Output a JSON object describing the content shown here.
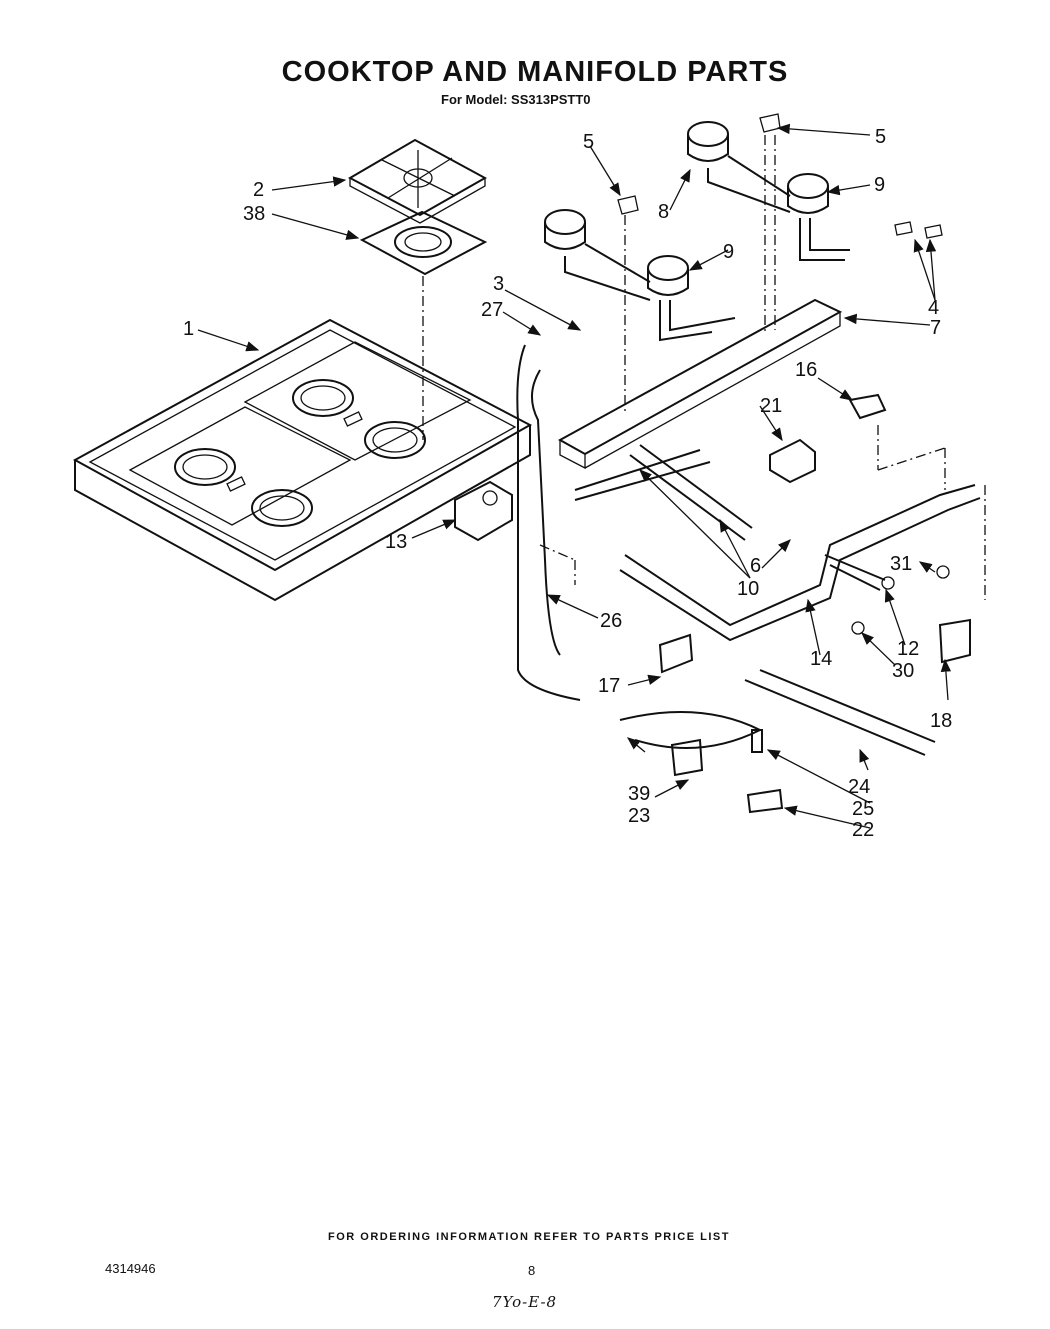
{
  "header": {
    "title": "COOKTOP AND MANIFOLD PARTS",
    "subtitle": "For Model: SS313PSTT0"
  },
  "callouts": [
    "1",
    "2",
    "3",
    "4",
    "5",
    "5",
    "6",
    "7",
    "8",
    "9",
    "9",
    "10",
    "12",
    "13",
    "14",
    "16",
    "17",
    "18",
    "21",
    "22",
    "23",
    "24",
    "25",
    "26",
    "27",
    "30",
    "31",
    "38",
    "39"
  ],
  "footer": {
    "ordering_note": "FOR ORDERING INFORMATION REFER TO PARTS PRICE LIST",
    "document_number": "4314946",
    "page_number": "8",
    "handwritten_note": "7Yo-E-8"
  }
}
